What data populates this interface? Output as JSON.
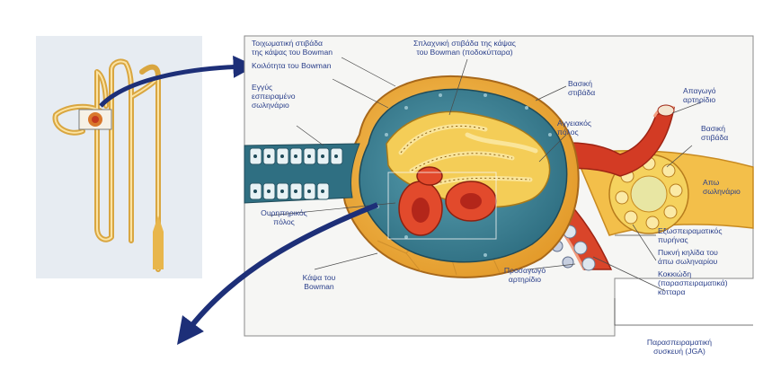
{
  "labels": {
    "parietal_layer": "Τοιχωματική στιβάδα\nτης κάψας του Bowman",
    "bowman_space": "Κοιλότητα του Bowman",
    "proximal_tubule": "Εγγύς\nεσπειραμένο\nσωληνάριο",
    "urinary_pole": "Ουρηπηρικός\nπόλος",
    "bowman_capsule": "Κάψα του\nBowman",
    "visceral_layer": "Σπλαχνική στιβάδα της κάψας\nτου Bowman (ποδοκύτταρα)",
    "basement_membrane_top": "Βασική\nστιβάδα",
    "vascular_pole": "Αγγειακός\nπόλος",
    "efferent_arteriole": "Απαγωγό\nαρτηρίδιο",
    "basement_membrane_right": "Βασική\nστιβάδα",
    "distal_tubule": "Απω\nσωληνάριο",
    "extraglomerular_mesangium": "Εξωσπειραματικός\nπυρήνας",
    "macula_densa": "Πυκνή κηλίδα του\nάπω σωληναρίου",
    "juxtaglomerular_cells": "Κοκκιώδη\n(παρασπειραματικά)\nκύτταρα",
    "afferent_arteriole": "Προσαγωγό\nαρτηρίδιο",
    "jga": "Παρασπειραματική\nσυσκευή (JGA)"
  },
  "colors": {
    "label_text": "#2a3f8a",
    "arrow": "#1d2f78",
    "capsule_fill": "#f0b43c",
    "space_fill": "#3f8598",
    "tubule_fill": "#f6cf63",
    "vessel_red": "#d23a22",
    "frame_line": "#8a8a8a"
  }
}
